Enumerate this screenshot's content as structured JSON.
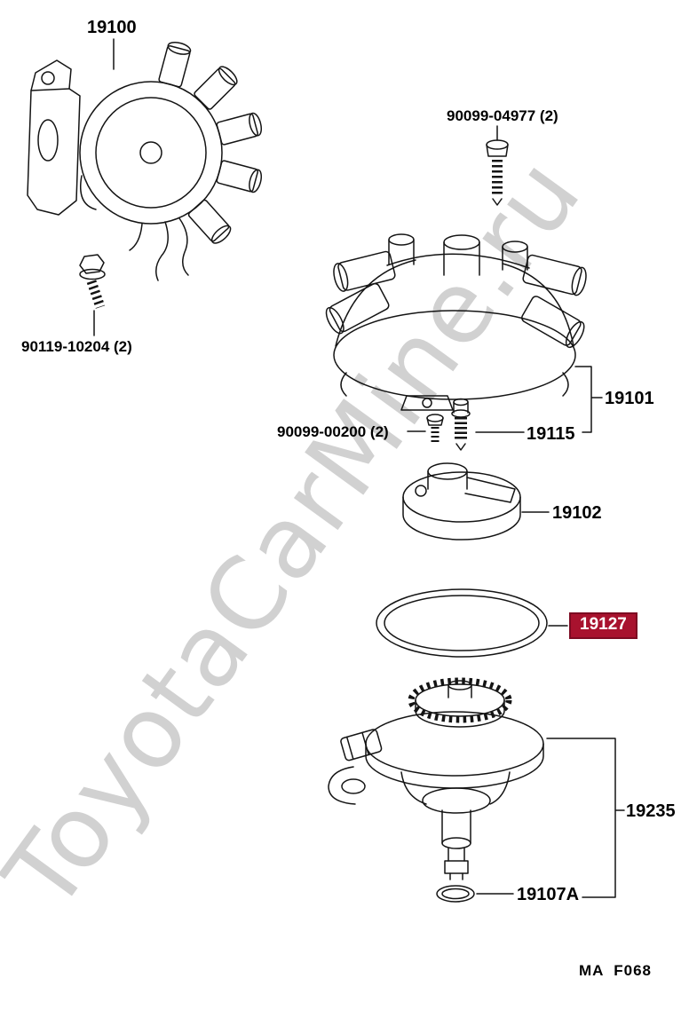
{
  "page": {
    "code": "MA  F068",
    "watermark": "ToyotaCarMine.ru"
  },
  "colors": {
    "highlight_bg": "#a8122e",
    "highlight_border": "#7c0a22",
    "highlight_fg": "#ffffff",
    "line_art": "#141414",
    "watermark": "#bfbfbf"
  },
  "labels": {
    "p19100": "19100",
    "p90099_04977": "90099-04977 (2)",
    "p90119_10204": "90119-10204 (2)",
    "p19101": "19101",
    "p90099_00200": "90099-00200 (2)",
    "p19115": "19115",
    "p19102": "19102",
    "p19127": "19127",
    "p19235": "19235",
    "p19107a": "19107A"
  }
}
